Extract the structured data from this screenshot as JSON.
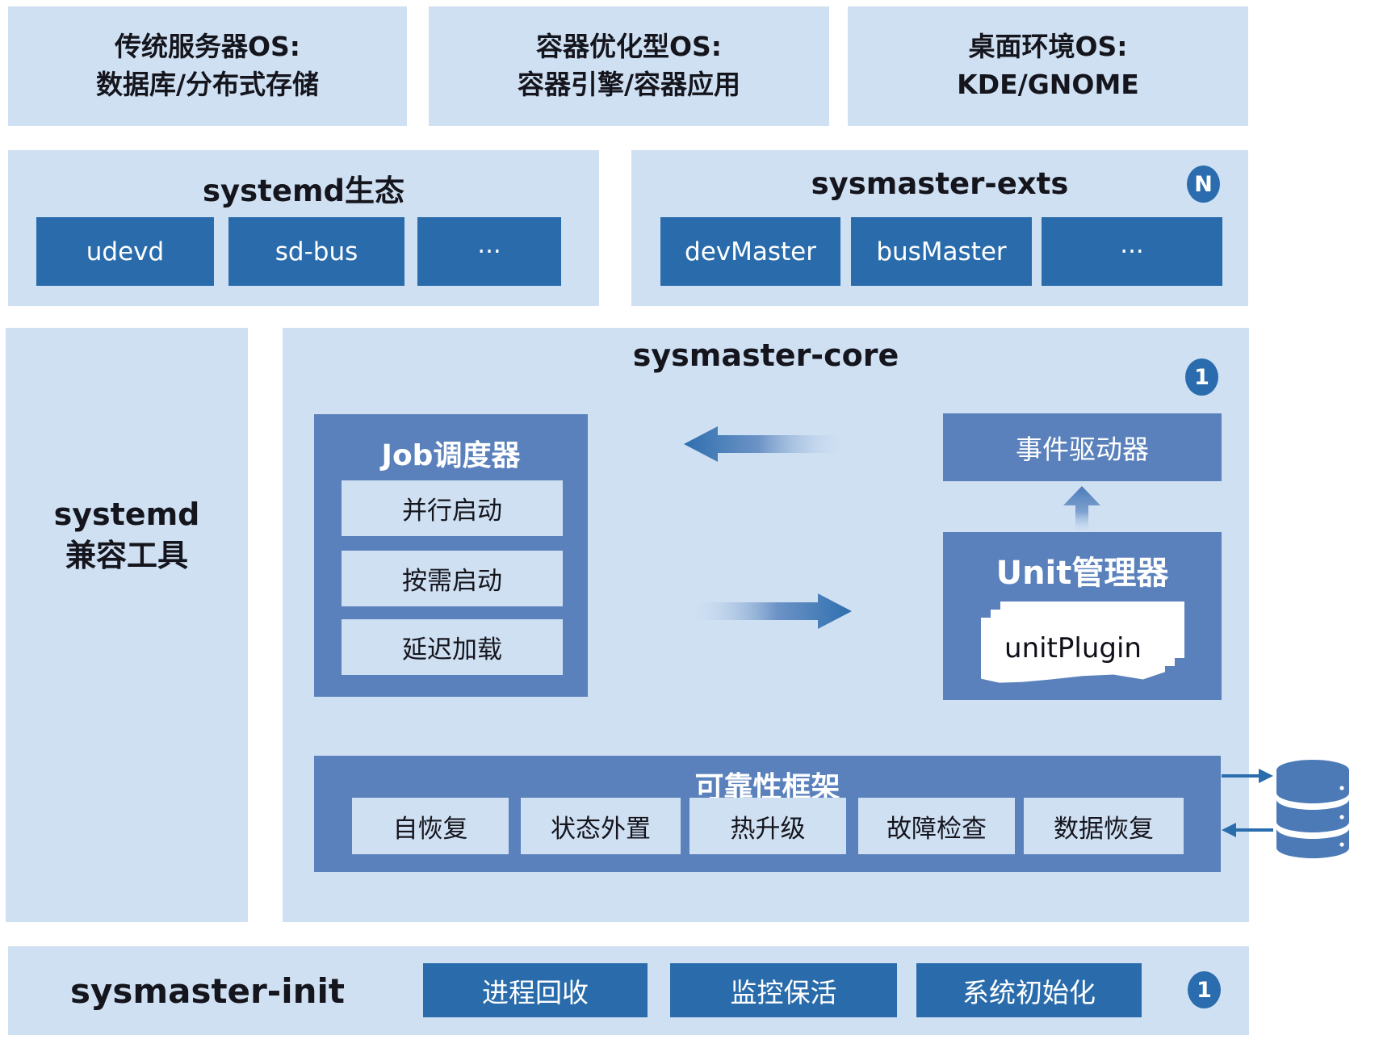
{
  "palette": {
    "light_panel": "#cfe0f2",
    "dark_blue": "#2a6cab",
    "medium_blue": "#5a81bc",
    "badge_blue": "#2a6cad",
    "arrow_blue": "#2e6fae",
    "text_dark": "#15151d",
    "db_blue": "#4b7ab6"
  },
  "os_row": {
    "boxes": [
      {
        "line1": "传统服务器OS:",
        "line2": "数据库/分布式存储"
      },
      {
        "line1": "容器优化型OS:",
        "line2": "容器引擎/容器应用"
      },
      {
        "line1": "桌面环境OS:",
        "line2": "KDE/GNOME"
      }
    ]
  },
  "systemd_eco": {
    "title": "systemd生态",
    "items": [
      "udevd",
      "sd-bus",
      "···"
    ]
  },
  "sysmaster_exts": {
    "title": "sysmaster-exts",
    "badge": "N",
    "items": [
      "devMaster",
      "busMaster",
      "···"
    ]
  },
  "compat_panel": {
    "line1": "systemd",
    "line2": "兼容工具"
  },
  "core": {
    "title": "sysmaster-core",
    "badge": "1",
    "job_scheduler": {
      "title": "Job调度器",
      "items": [
        "并行启动",
        "按需启动",
        "延迟加载"
      ]
    },
    "event_driver": {
      "label": "事件驱动器"
    },
    "unit_manager": {
      "title": "Unit管理器",
      "plugin_label": "unitPlugin"
    },
    "reliability": {
      "title": "可靠性框架",
      "items": [
        "自恢复",
        "状态外置",
        "热升级",
        "故障检查",
        "数据恢复"
      ]
    }
  },
  "init_row": {
    "title": "sysmaster-init",
    "badge": "1",
    "items": [
      "进程回收",
      "监控保活",
      "系统初始化"
    ]
  }
}
